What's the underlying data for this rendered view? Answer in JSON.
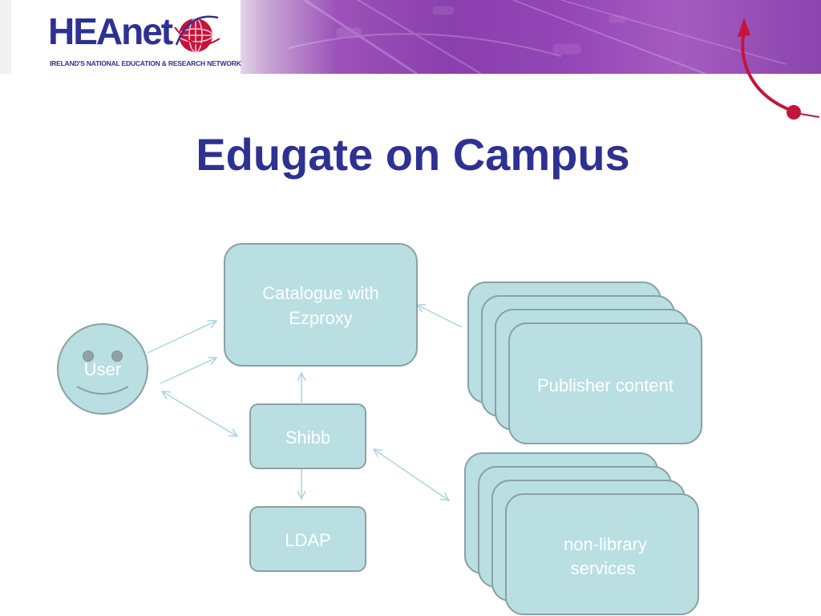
{
  "header": {
    "logo_name": "HEAnet",
    "logo_tagline": "IRELAND'S NATIONAL EDUCATION & RESEARCH NETWORK"
  },
  "slide": {
    "title": "Edugate on Campus"
  },
  "diagram": {
    "nodes": {
      "user": "User",
      "catalogue": [
        "Catalogue with",
        "Ezproxy"
      ],
      "shibb": "Shibb",
      "ldap": "LDAP",
      "publisher": "Publisher content",
      "nonlibrary": [
        "non-library",
        "services"
      ]
    },
    "colors": {
      "node_fill": "#b9dfe2",
      "node_stroke": "#8aa1a5",
      "arrow": "#a9d6dc",
      "title": "#2e3192",
      "banner_purple": "#8a3fae",
      "accent_red": "#c4143c"
    }
  }
}
